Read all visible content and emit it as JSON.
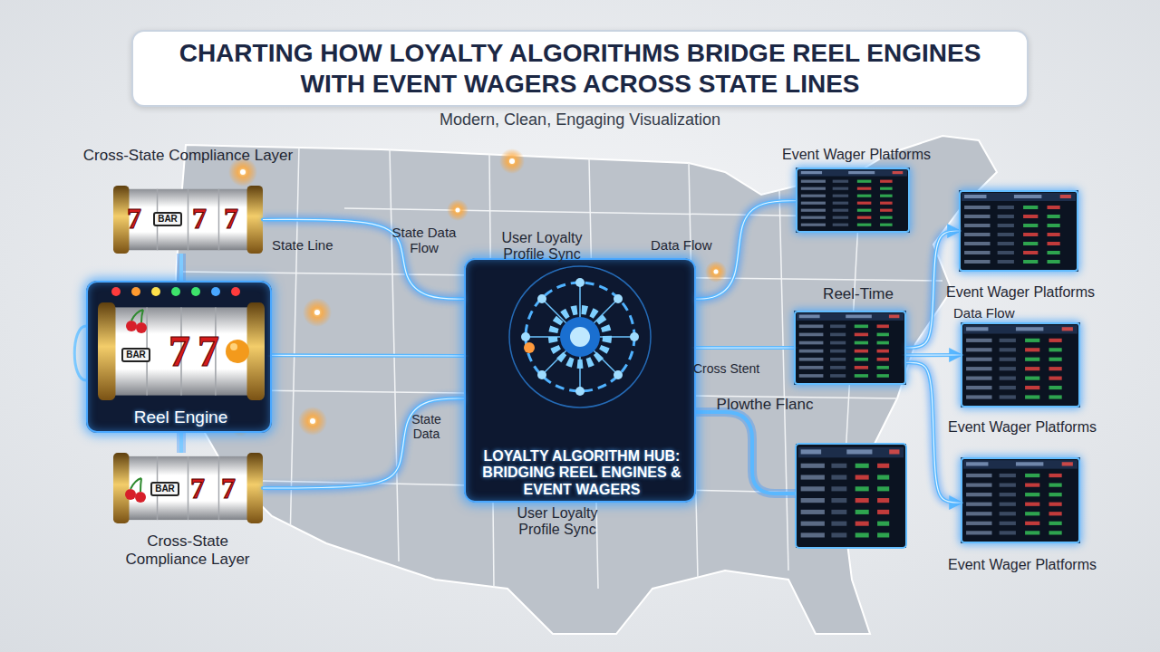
{
  "diagram": {
    "title": "CHARTING HOW LOYALTY ALGORITHMS BRIDGE REEL ENGINES WITH EVENT WAGERS ACROSS STATE LINES",
    "nodes": [
      {
        "text": [
          "Cross-State Compliance Layer"
        ]
      },
      {
        "text": [
          "Reel Engine"
        ]
      },
      {
        "text": [
          "Cross-State Compliance Layer"
        ]
      },
      {
        "text": [
          "LOYALTY ALGORITHM HUB: BRIDGING REEL ENGINES & EVENT WAGERS"
        ]
      },
      {
        "text": [
          "Event Wager Platforms"
        ]
      },
      {
        "text": [
          "Reel-Time",
          "Plowthe Flanc"
        ]
      },
      {
        "text": [
          "Event Wager Platforms"
        ]
      },
      {
        "text": [
          "Event Wager Platforms"
        ]
      },
      {
        "text": [
          "Event Wager Platforms"
        ]
      }
    ],
    "edges": [
      {
        "from": 0,
        "to": 3,
        "arrow": "none"
      },
      {
        "from": 1,
        "to": 3,
        "arrow": "none"
      },
      {
        "from": 2,
        "to": 3,
        "arrow": "none"
      },
      {
        "from": 3,
        "to": 4,
        "arrow": "none"
      },
      {
        "from": 3,
        "to": 5,
        "arrow": "none"
      },
      {
        "from": 5,
        "to": 6,
        "arrow": "to"
      },
      {
        "from": 5,
        "to": 7,
        "arrow": "to"
      },
      {
        "from": 5,
        "to": 8,
        "arrow": "to"
      }
    ],
    "labels": [
      "Modern, Clean, Engaging Visualization",
      "State Line",
      "State Data Flow",
      "User Loyalty Profile Sync",
      "Data Flow",
      "Data Flow",
      "Cross Stent",
      "State Data",
      "User Loyalty Profile Sync",
      "7",
      "BAR",
      "7",
      "7",
      "BAR",
      "7",
      "7",
      "BAR",
      "7",
      "7"
    ]
  }
}
